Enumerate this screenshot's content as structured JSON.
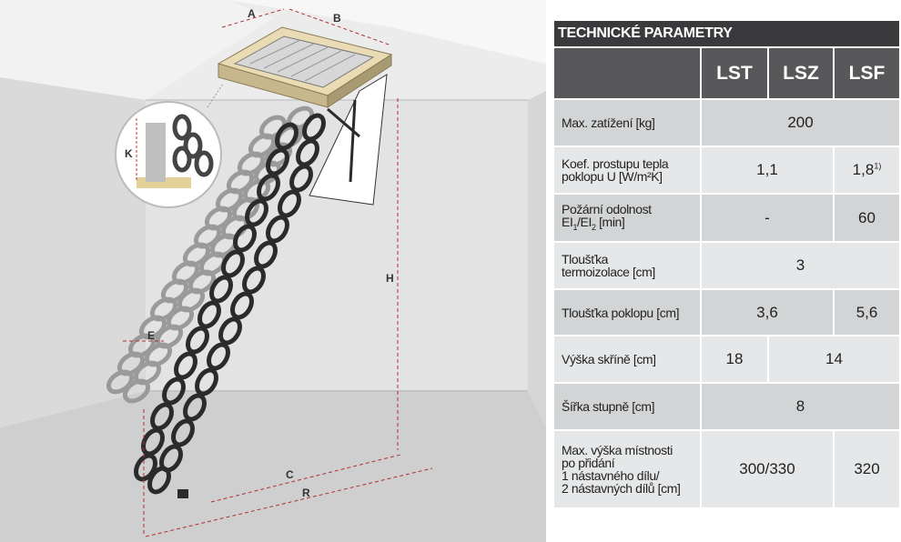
{
  "illustration": {
    "dimension_labels": {
      "a": "A",
      "b": "B",
      "k": "K",
      "h": "H",
      "e": "E",
      "c": "C",
      "r": "R"
    }
  },
  "table": {
    "title": "TECHNICKÉ PARAMETRY",
    "columns": [
      "LST",
      "LSZ",
      "LSF"
    ],
    "rows": {
      "max_load": {
        "label": "Max. zatížení [kg]",
        "all": "200"
      },
      "heat_transfer": {
        "label_line1": "Koef. prostupu tepla",
        "label_line2": "poklopu U [W/m²K]",
        "lst_lsz": "1,1",
        "lsf": "1,8",
        "lsf_footnote": "1)"
      },
      "fire_resistance": {
        "label_line1": "Požární odolnost",
        "label_e": "EI",
        "label_sub1": "1",
        "label_sep": "/EI",
        "label_sub2": "2",
        "label_unit": " [min]",
        "lst_lsz": "-",
        "lsf": "60"
      },
      "insulation_thickness": {
        "label_line1": "Tloušťka",
        "label_line2": "termoizolace [cm]",
        "all": "3"
      },
      "hatch_thickness": {
        "label": "Tloušťka poklopu [cm]",
        "lst_lsz": "3,6",
        "lsf": "5,6"
      },
      "box_height": {
        "label": "Výška skříně [cm]",
        "lst": "18",
        "lsz_lsf": "14"
      },
      "step_width": {
        "label": "Šířka stupně [cm]",
        "all": "8"
      },
      "max_room_height": {
        "label_line1": "Max. výška místnosti",
        "label_line2": "po přidání",
        "label_line3": "1 nástavného dílu/",
        "label_line4": "2 nástavných dílů [cm]",
        "lst_lsz": "300/330",
        "lsf": "320"
      }
    }
  }
}
